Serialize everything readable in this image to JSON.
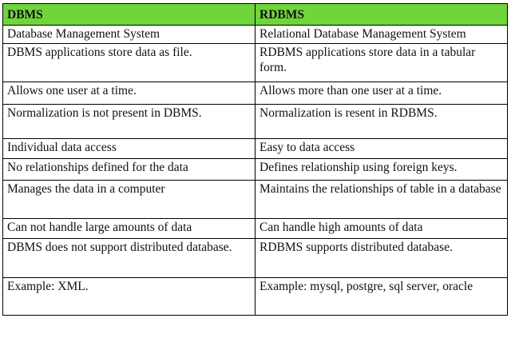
{
  "header": {
    "col1": "DBMS",
    "col2": "RDBMS"
  },
  "colors": {
    "header_bg": "#70d43d",
    "border": "#000000",
    "text": "#111111"
  },
  "rows": [
    {
      "dbms": "Database Management System",
      "rdbms": "Relational Database Management System"
    },
    {
      "dbms": "DBMS applications store data as file.",
      "rdbms": "RDBMS applications store data in a tabular form."
    },
    {
      "dbms": "Allows one user at a time.",
      "rdbms": "Allows more than one user at a time."
    },
    {
      "dbms": "Normalization is not present in DBMS.",
      "rdbms": "Normalization is resent in RDBMS."
    },
    {
      "dbms": "Individual data access",
      "rdbms": "Easy to data access"
    },
    {
      "dbms": "No relationships defined for the data",
      "rdbms": "Defines relationship using foreign keys."
    },
    {
      "dbms": "Manages the data in a computer",
      "rdbms": "Maintains the relationships of table in a database"
    },
    {
      "dbms": "Can not handle large amounts of data",
      "rdbms": "Can handle high amounts of data"
    },
    {
      "dbms": "DBMS does not support distributed database.",
      "rdbms": "RDBMS supports distributed database."
    },
    {
      "dbms": "Example: XML.",
      "rdbms": "Example: mysql, postgre, sql server, oracle"
    }
  ]
}
